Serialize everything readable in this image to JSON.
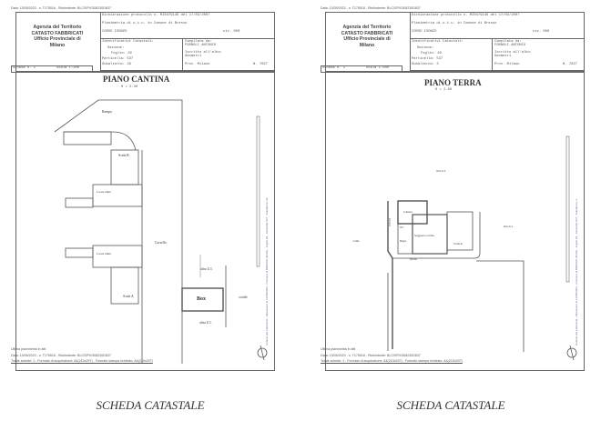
{
  "documents": [
    {
      "top_line": "Data: 13/05/2023 - n. T175516 - Richiedente: BLC/SPV/306230D837",
      "protocol_line": "Dichiarazione protocollo n. MI0479146 del 17/03/2007",
      "planimetria_line": "Planimetria di u.i.u. in Comune di Bresso",
      "address": "CORSO ISONZO",
      "civ": "civ. 000",
      "agency": [
        "Agenzia del Territorio",
        "CATASTO FABBRICATI",
        "Ufficio Provinciale di",
        "Milano"
      ],
      "ident_title": "Identificativi Catastali:",
      "sezione": "Sezione:",
      "foglio": "Foglio: 29",
      "particella": "Particella: 537",
      "subalterno": "Subalterno: 29",
      "compilata": "Compilata da:",
      "compilatore": "FORNOLI ANTONIO",
      "iscritto": "Iscritto all'albo:",
      "albo": "Geometri",
      "prov": "Prov. Milano",
      "num": "N. 7027",
      "scheda": "Scheda n. 1",
      "scala": "Scala 1:200",
      "plan_title": "PIANO CANTINA",
      "plan_height": "H = 2.40",
      "labels": {
        "rampa": "Rampa",
        "scala_b": "Scala B",
        "locale1": "Locale rifiuti",
        "locale2": "Locale rifiuti",
        "corsello": "Corsello",
        "altra1": "altra U.I.",
        "box": "Box",
        "cortile": "cortile",
        "altra2": "altra U.I.",
        "scala_a": "Scala A"
      },
      "footer_note": "Ultima planimetria in atti",
      "footer_data": "Data: 13/05/2023 - n. T175516 - Richiedente: BLC/SPV/306230D837",
      "footer_schede": "Totale schede: 1 - Formato di acquisizione: A4(210x297) - Formato stampa richiesto: A4(210x297)",
      "side_text": "Catasto dei Fabbricati - Situazione al 13/05/2023 - Comune di BRESSO (B162) - Foglio 29 - Particella 537 - Subalterno 29",
      "caption": "SCHEDA CATASTALE"
    },
    {
      "top_line": "Data: 13/05/2023 - n. T175518 - Richiedente: BLC/SPV/306230D837",
      "protocol_line": "Dichiarazione protocollo n. MI0479146 del 17/03/2007",
      "planimetria_line": "Planimetria di u.i.u. in Comune di Bresso",
      "address": "CORSO ISONZO",
      "civ": "civ. 000",
      "agency": [
        "Agenzia del Territorio",
        "CATASTO FABBRICATI",
        "Ufficio Provinciale di",
        "Milano"
      ],
      "ident_title": "Identificativi Catastali:",
      "sezione": "Sezione:",
      "foglio": "Foglio: 29",
      "particella": "Particella: 537",
      "subalterno": "Subalterno: 3",
      "compilata": "Compilata da:",
      "compilatore": "FORNOLI ANTONIO",
      "iscritto": "Iscritto all'albo:",
      "albo": "Geometri",
      "prov": "Prov. Milano",
      "num": "N. 7027",
      "scheda": "Scheda n. 1",
      "scala": "Scala 1:200",
      "plan_title": "PIANO TERRA",
      "plan_height": "H = 2.90",
      "labels": {
        "altra1": "altra U.I.",
        "camera": "Camera",
        "wc": "WC",
        "bagno": "Bagno",
        "soggiorno": "Soggiorno Cucina",
        "terrazzo": "Terrazzo",
        "balcone": "balcone",
        "scala_a": "Scala A",
        "altra2": "altra U.I.",
        "cortile": "cortile"
      },
      "footer_note": "Ultima planimetria in atti",
      "footer_data": "Data: 13/05/2023 - n. T175518 - Richiedente: BLC/SPV/306230D837",
      "footer_schede": "Totale schede: 1 - Formato di acquisizione: A4(210x297) - Formato stampa richiesto: A4(210x297)",
      "side_text": "Catasto dei Fabbricati - Situazione al 13/05/2023 - Comune di BRESSO (B162) - Foglio 29 - Particella 537 - Subalterno 3",
      "caption": "SCHEDA CATASTALE"
    }
  ]
}
